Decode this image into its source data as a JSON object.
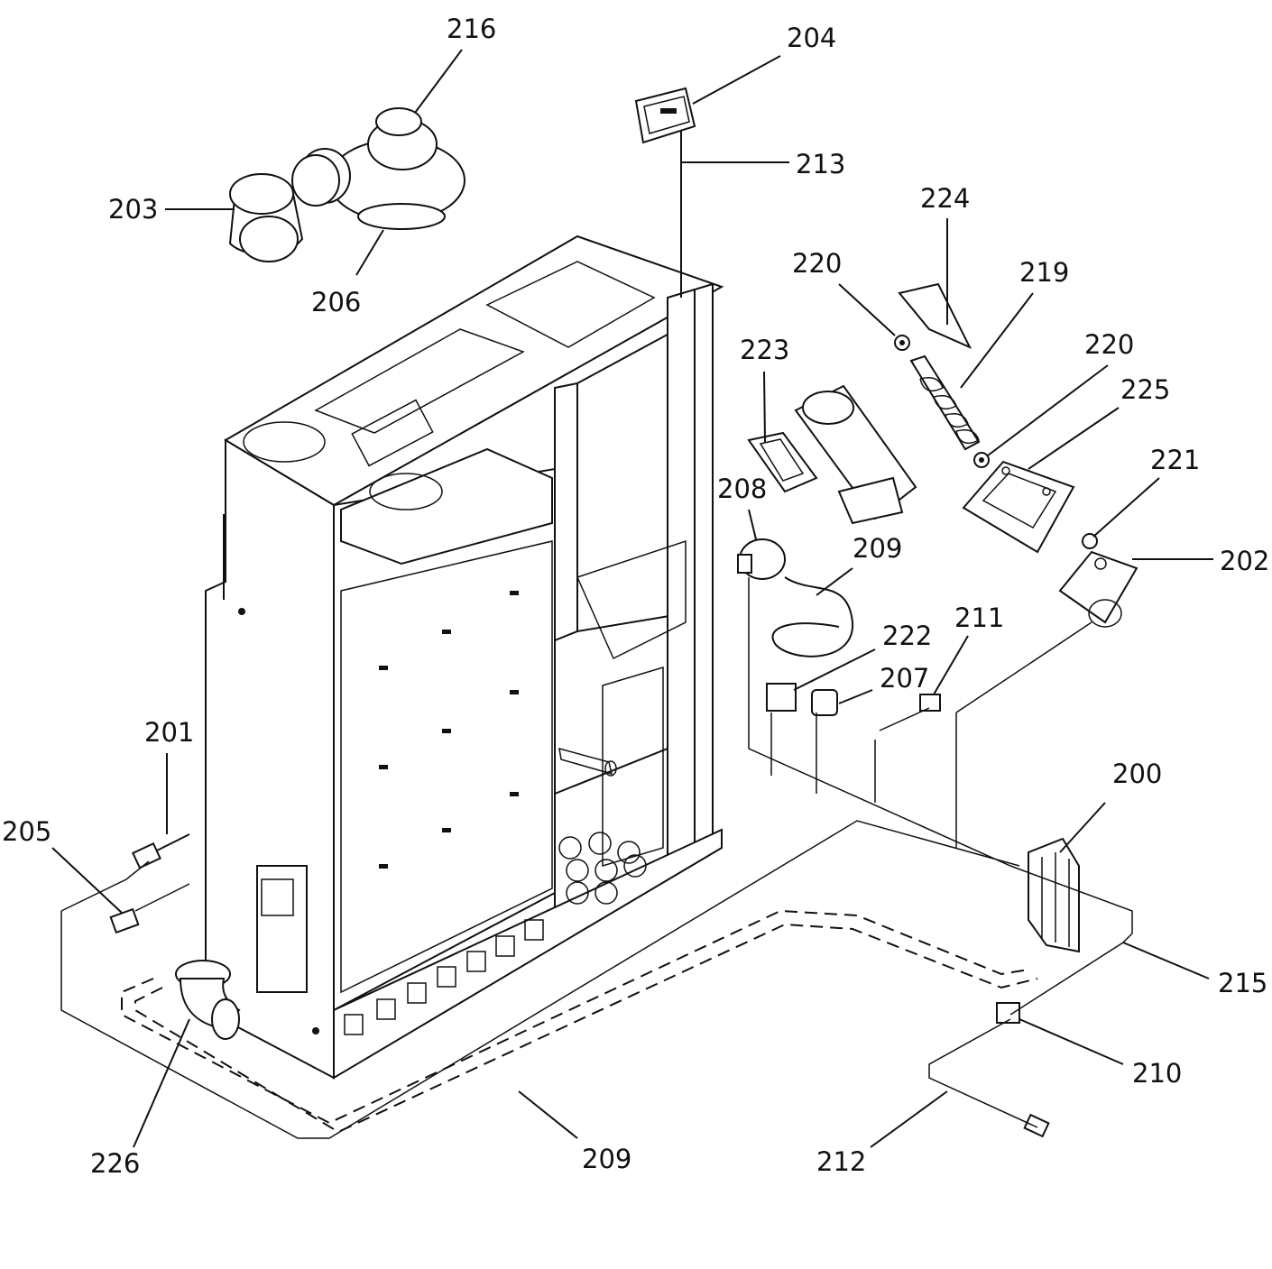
{
  "diagram": {
    "callouts": [
      {
        "id": "c200",
        "label": "200"
      },
      {
        "id": "c201",
        "label": "201"
      },
      {
        "id": "c202",
        "label": "202"
      },
      {
        "id": "c203",
        "label": "203"
      },
      {
        "id": "c204",
        "label": "204"
      },
      {
        "id": "c205",
        "label": "205"
      },
      {
        "id": "c206",
        "label": "206"
      },
      {
        "id": "c207",
        "label": "207"
      },
      {
        "id": "c208",
        "label": "208"
      },
      {
        "id": "c209a",
        "label": "209"
      },
      {
        "id": "c209b",
        "label": "209"
      },
      {
        "id": "c210",
        "label": "210"
      },
      {
        "id": "c211",
        "label": "211"
      },
      {
        "id": "c212",
        "label": "212"
      },
      {
        "id": "c213",
        "label": "213"
      },
      {
        "id": "c215",
        "label": "215"
      },
      {
        "id": "c216",
        "label": "216"
      },
      {
        "id": "c219",
        "label": "219"
      },
      {
        "id": "c220a",
        "label": "220"
      },
      {
        "id": "c220b",
        "label": "220"
      },
      {
        "id": "c221",
        "label": "221"
      },
      {
        "id": "c222",
        "label": "222"
      },
      {
        "id": "c223",
        "label": "223"
      },
      {
        "id": "c224",
        "label": "224"
      },
      {
        "id": "c225",
        "label": "225"
      },
      {
        "id": "c226",
        "label": "226"
      }
    ]
  }
}
